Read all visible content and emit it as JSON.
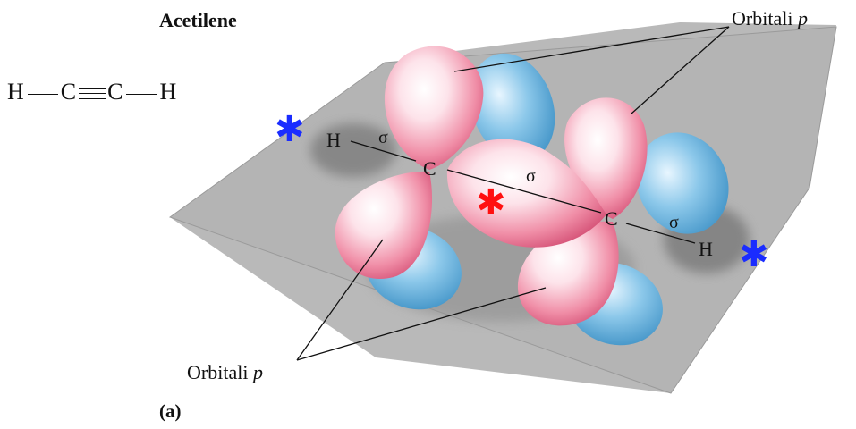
{
  "title": "Acetilene",
  "formula": {
    "h_left": "H",
    "c_left": "C",
    "c_right": "C",
    "h_right": "H"
  },
  "caption": "(a)",
  "labels": {
    "orbital_word": "Orbitali",
    "orbital_symbol": "p",
    "sigma": "σ",
    "h": "H",
    "c": "C"
  },
  "markers": {
    "blue_star_color": "#1a2cff",
    "red_star_color": "#ff1010",
    "star_glyph": "✱"
  },
  "colors": {
    "plane": "#b4b4b4",
    "plane_edge": "#8c8c8c",
    "lobe_pink": "#ee8fa6",
    "lobe_blue": "#5aa9d6",
    "shadow": "#7c7c7c"
  }
}
